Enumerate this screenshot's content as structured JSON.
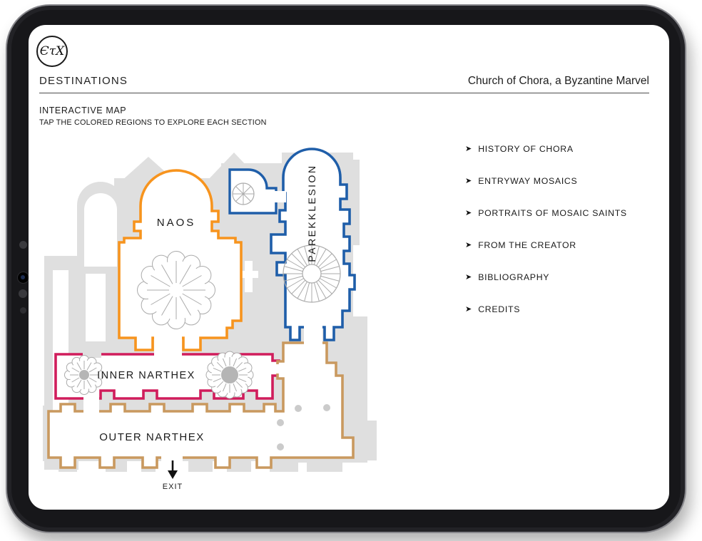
{
  "logo": {
    "monogram": "ЄτΧ"
  },
  "header": {
    "section_title": "DESTINATIONS",
    "page_title": "Church of Chora, a Byzantine Marvel"
  },
  "intro": {
    "heading": "INTERACTIVE MAP",
    "subheading": "TAP THE COLORED REGIONS TO EXPLORE EACH SECTION"
  },
  "map": {
    "regions": [
      {
        "id": "naos",
        "label": "NAOS",
        "color": "#F7941E"
      },
      {
        "id": "parekklesion",
        "label": "PAREKKLESION",
        "color": "#1F5EA9"
      },
      {
        "id": "inner_narthex",
        "label": "INNER NARTHEX",
        "color": "#D01D5C"
      },
      {
        "id": "outer_narthex",
        "label": "OUTER NARTHEX",
        "color": "#C9995F"
      }
    ],
    "exit_label": "EXIT",
    "colors": {
      "silhouette": "#DFDFDF",
      "dome_outline": "#ABABAB",
      "dome_hub": "#B5B5B5",
      "column_dot": "#CBCBCB"
    }
  },
  "menu": {
    "arrow_icon": "➤",
    "items": [
      {
        "label": "HISTORY OF CHORA"
      },
      {
        "label": "ENTRYWAY MOSAICS"
      },
      {
        "label": "PORTRAITS OF MOSAIC SAINTS"
      },
      {
        "label": "FROM THE CREATOR"
      },
      {
        "label": "BIBLIOGRAPHY"
      },
      {
        "label": "CREDITS"
      }
    ]
  }
}
